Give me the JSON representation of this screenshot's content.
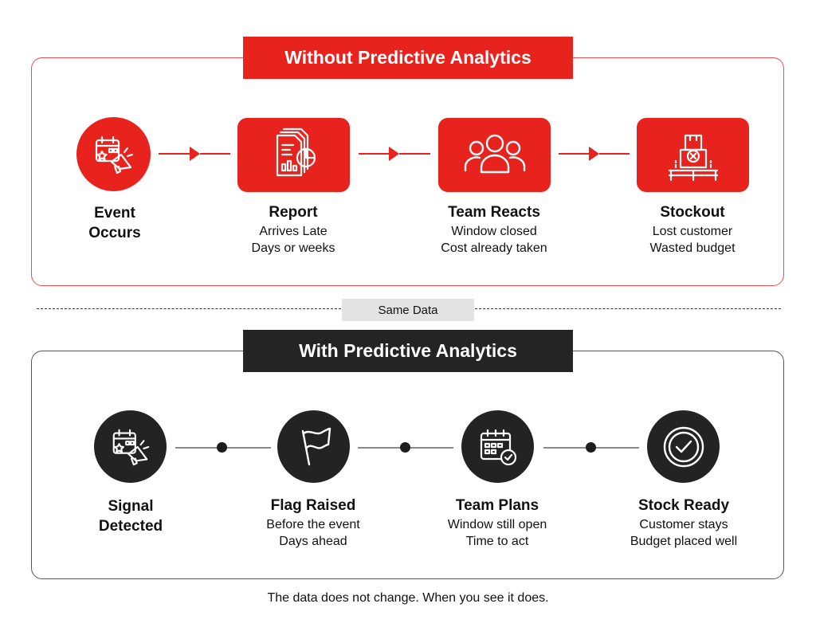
{
  "top": {
    "title": "Without Predictive Analytics",
    "steps": [
      {
        "title": "Event\nOccurs",
        "lines": [],
        "icon": "calendar-megaphone-icon"
      },
      {
        "title": "Report",
        "lines": [
          "Arrives Late",
          "Days or weeks"
        ],
        "icon": "report-chart-icon"
      },
      {
        "title": "Team Reacts",
        "lines": [
          "Window closed",
          "Cost already taken"
        ],
        "icon": "team-icon"
      },
      {
        "title": "Stockout",
        "lines": [
          "Lost customer",
          "Wasted budget"
        ],
        "icon": "empty-pallet-icon"
      }
    ]
  },
  "separator": {
    "label": "Same Data"
  },
  "bottom": {
    "title": "With Predictive Analytics",
    "steps": [
      {
        "title": "Signal\nDetected",
        "lines": [],
        "icon": "calendar-megaphone-icon"
      },
      {
        "title": "Flag Raised",
        "lines": [
          "Before the event",
          "Days ahead"
        ],
        "icon": "flag-icon"
      },
      {
        "title": "Team Plans",
        "lines": [
          "Window still open",
          "Time to act"
        ],
        "icon": "calendar-check-icon"
      },
      {
        "title": "Stock Ready",
        "lines": [
          "Customer stays",
          "Budget placed well"
        ],
        "icon": "check-badge-icon"
      }
    ]
  },
  "footer": "The data does not change. When you see it does.",
  "colors": {
    "accent": "#e8221c",
    "dark": "#232323",
    "separator_bg": "#e3e3e3"
  }
}
